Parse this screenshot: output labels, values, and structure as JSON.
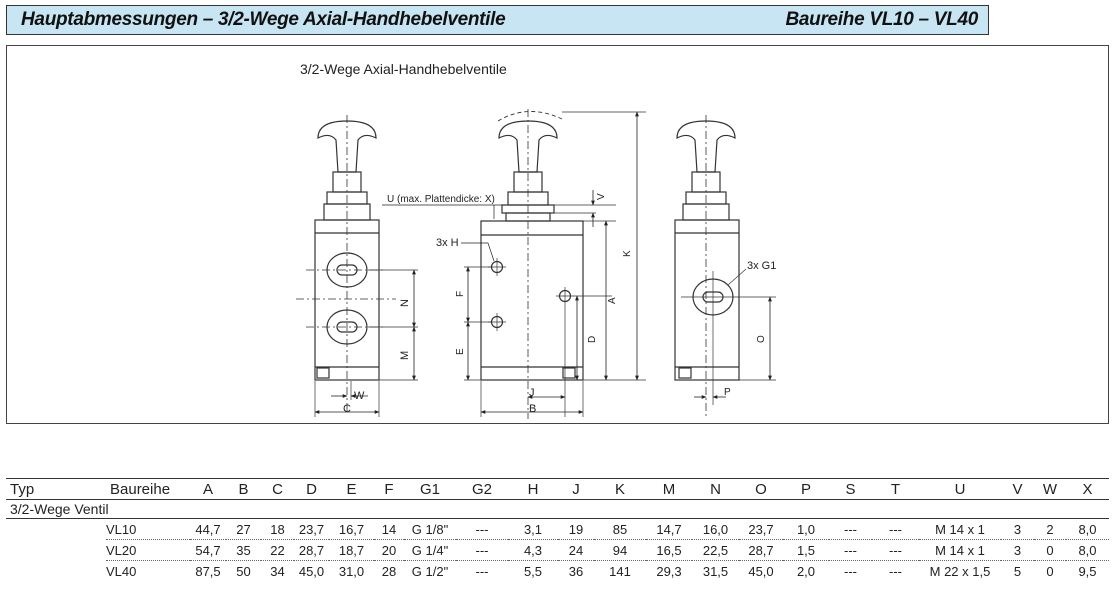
{
  "header": {
    "title": "Hauptabmessungen – 3/2-Wege Axial-Handhebelventile",
    "series_range": "Baureihe VL10 – VL40"
  },
  "drawing": {
    "caption": "3/2-Wege Axial-Handhebelventile",
    "labels": {
      "N": "N",
      "M": "M",
      "W": "W",
      "C": "C",
      "H": "3x H",
      "F": "F",
      "E": "E",
      "U": "U (max. Plattendicke: X)",
      "V": "V",
      "J": "J",
      "B": "B",
      "D": "D",
      "A": "A",
      "K": "K",
      "G1": "3x G1",
      "O": "O",
      "P": "P"
    }
  },
  "table": {
    "columns": [
      "Typ",
      "Baureihe",
      "A",
      "B",
      "C",
      "D",
      "E",
      "F",
      "G1",
      "G2",
      "H",
      "J",
      "K",
      "M",
      "N",
      "O",
      "P",
      "S",
      "T",
      "U",
      "V",
      "W",
      "X"
    ],
    "group": "3/2-Wege Ventil",
    "rows": [
      [
        "VL10",
        "44,7",
        "27",
        "18",
        "23,7",
        "16,7",
        "14",
        "G 1/8\"",
        "---",
        "3,1",
        "19",
        "85",
        "14,7",
        "16,0",
        "23,7",
        "1,0",
        "---",
        "---",
        "M 14 x 1",
        "3",
        "2",
        "8,0"
      ],
      [
        "VL20",
        "54,7",
        "35",
        "22",
        "28,7",
        "18,7",
        "20",
        "G 1/4\"",
        "---",
        "4,3",
        "24",
        "94",
        "16,5",
        "22,5",
        "28,7",
        "1,5",
        "---",
        "---",
        "M 14 x 1",
        "3",
        "0",
        "8,0"
      ],
      [
        "VL40",
        "87,5",
        "50",
        "34",
        "45,0",
        "31,0",
        "28",
        "G 1/2\"",
        "---",
        "5,5",
        "36",
        "141",
        "29,3",
        "31,5",
        "45,0",
        "2,0",
        "---",
        "---",
        "M 22 x 1,5",
        "5",
        "0",
        "9,5"
      ]
    ]
  }
}
